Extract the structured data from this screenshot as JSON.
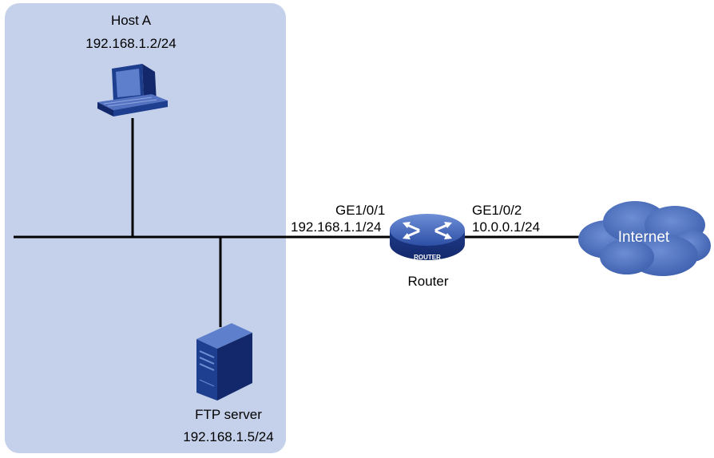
{
  "host_a": {
    "name": "Host A",
    "ip": "192.168.1.2/24"
  },
  "ftp_server": {
    "name": "FTP server",
    "ip": "192.168.1.5/24"
  },
  "router": {
    "name": "Router",
    "badge": "ROUTER"
  },
  "router_if1": {
    "name": "GE1/0/1",
    "ip": "192.168.1.1/24"
  },
  "router_if2": {
    "name": "GE1/0/2",
    "ip": "10.0.0.1/24"
  },
  "internet": {
    "name": "Internet"
  },
  "colors": {
    "lan_zone": "#c5d1ea",
    "device_blue": "#1e3f8f",
    "cloud": "#3f63b0",
    "line": "#000000"
  }
}
